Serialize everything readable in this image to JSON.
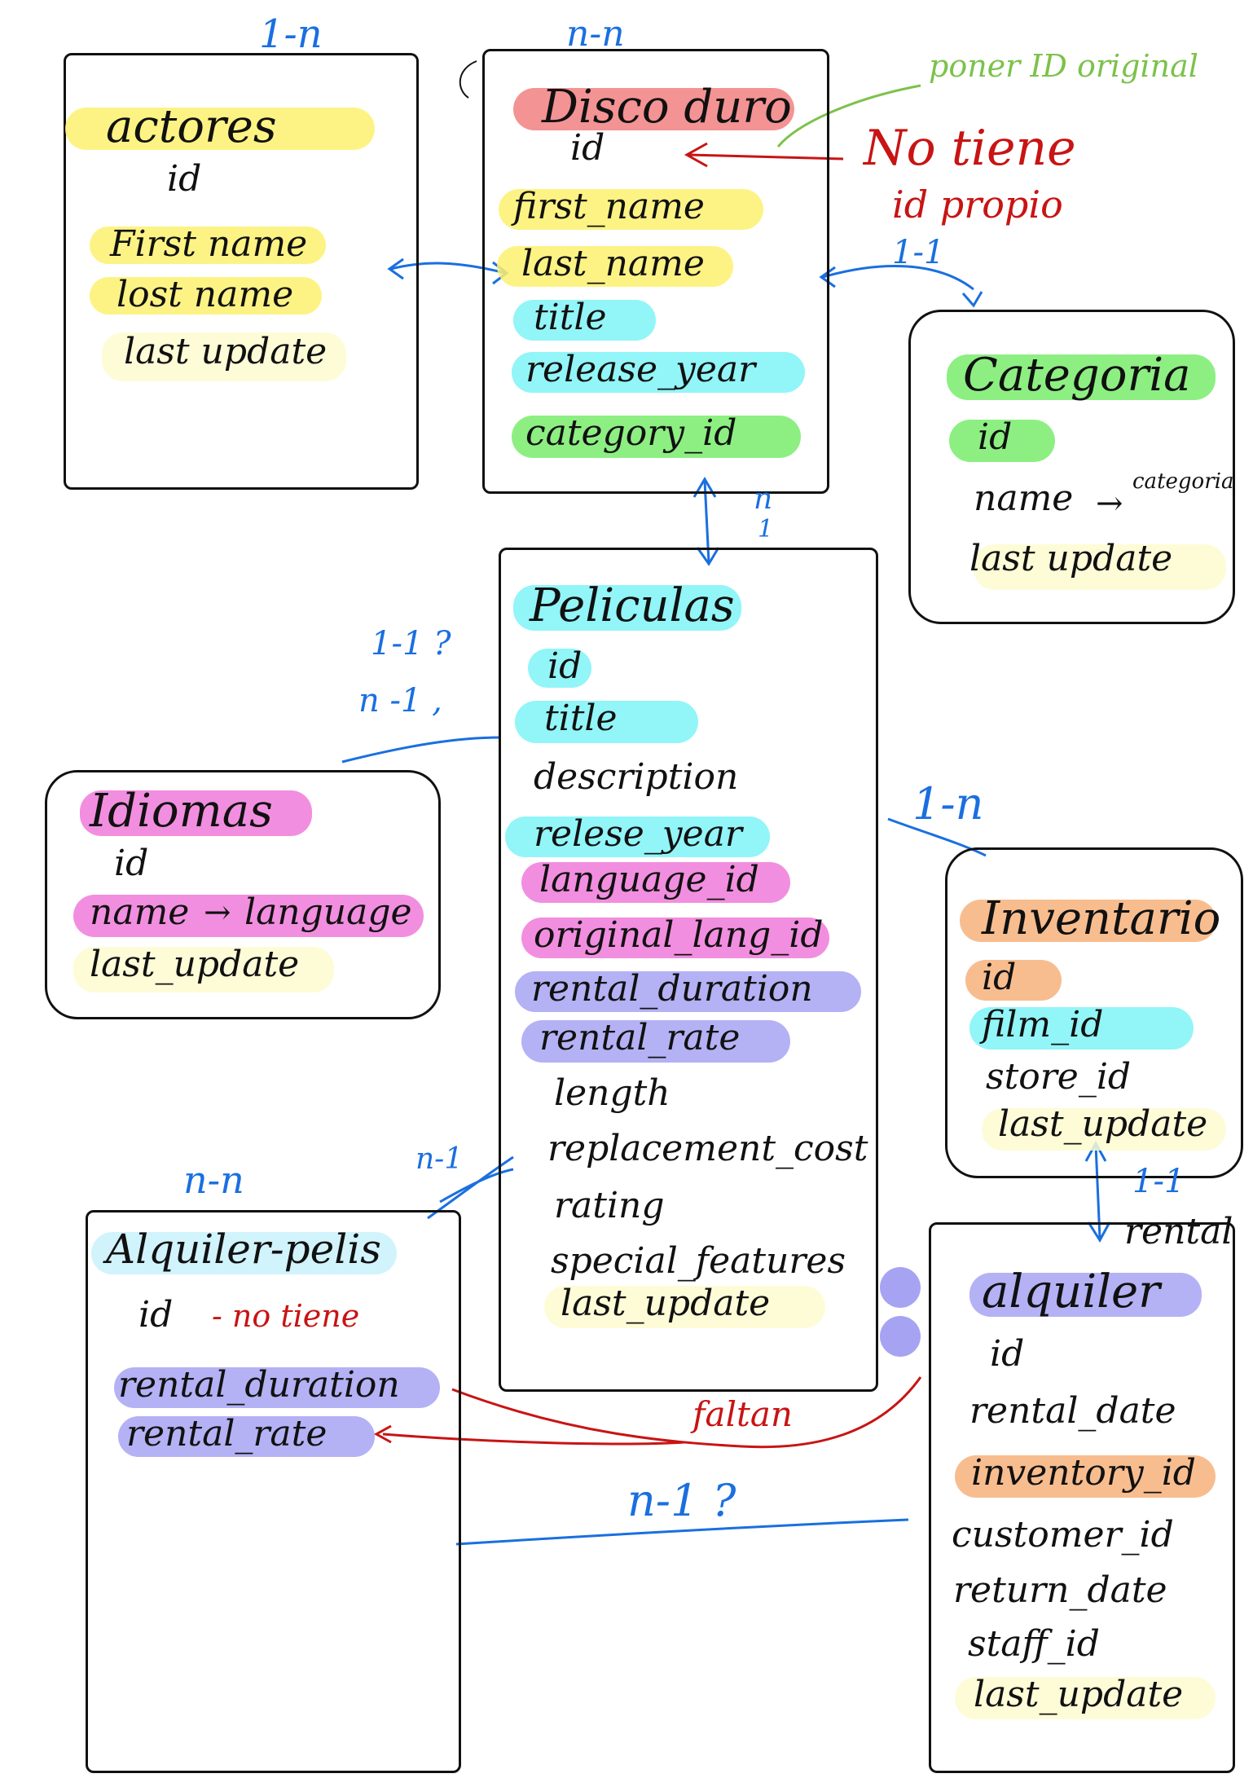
{
  "colors": {
    "yellow": "#fdf16e",
    "light_yellow": "#fdfbd0",
    "salmon": "#f28080",
    "cyan": "#7ff3f7",
    "green": "#79ec6c",
    "pink": "#f07ad9",
    "lavender": "#a7a3f3",
    "light_blue": "#c9f1fb",
    "orange": "#f7b27b",
    "blue_ink": "#1a6fe0",
    "red_ink": "#c81414",
    "green_ink": "#7cc24a"
  },
  "tables": {
    "actores": {
      "title": "actores",
      "fields": [
        "id",
        "First name",
        "lost name",
        "last update"
      ]
    },
    "disco_duro": {
      "title": "Disco duro",
      "fields": [
        "id",
        "first_name",
        "last_name",
        "title",
        "release_year",
        "category_id"
      ]
    },
    "categoria": {
      "title": "Categoria",
      "fields": [
        "id",
        "name",
        "last update"
      ],
      "name_note": "categoria"
    },
    "peliculas": {
      "title": "Peliculas",
      "fields": [
        "id",
        "title",
        "description",
        "relese_year",
        "language_id",
        "original_lang_id",
        "rental_duration",
        "rental_rate",
        "length",
        "replacement_cost",
        "rating",
        "special_features",
        "last_update"
      ]
    },
    "idiomas": {
      "title": "Idiomas",
      "fields": [
        "id",
        "name",
        "last_update"
      ],
      "name_note": "language"
    },
    "inventario": {
      "title": "Inventario",
      "fields": [
        "id",
        "film_id",
        "store_id",
        "last_update"
      ]
    },
    "alquiler_pelis": {
      "title": "Alquiler-pelis",
      "fields": [
        "id",
        "rental_duration",
        "rental_rate"
      ],
      "id_note": "- no tiene"
    },
    "alquiler": {
      "title": "alquiler",
      "alt_name": "rental",
      "fields": [
        "id",
        "rental_date",
        "inventory_id",
        "customer_id",
        "return_date",
        "staff_id",
        "last_update"
      ]
    }
  },
  "relations": {
    "actores_top": "1-n",
    "disco_top": "n-n",
    "disco_categoria": "1-1",
    "disco_peliculas": "n",
    "disco_peliculas_2": "1",
    "idiomas_a": "1-1 ?",
    "idiomas_b": "n -1 ,",
    "peliculas_inventario": "1-n",
    "inventario_alquiler": "1-1",
    "alquilerpelis_top": "n-n",
    "alquilerpelis_peliculas": "n-1",
    "alquiler_alquilerpelis": "n-1 ?"
  },
  "notes": {
    "poner_id": "poner ID original",
    "no_tiene": "No tiene",
    "id_propio": "id propio",
    "faltan": "faltan"
  }
}
